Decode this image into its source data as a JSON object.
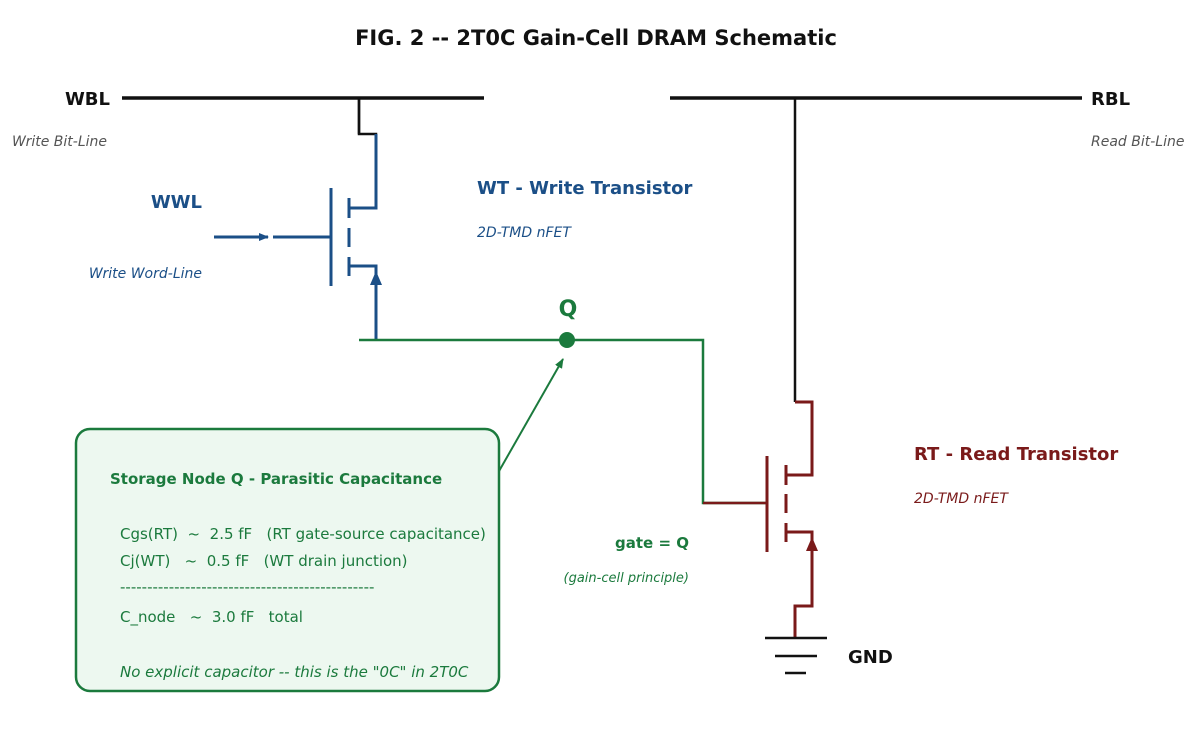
{
  "title": "FIG. 2 -- 2T0C Gain-Cell DRAM Schematic",
  "colors": {
    "black": "#111111",
    "grey": "#555555",
    "write_blue": "#1b4f87",
    "node_green": "#1b7a3d",
    "read_red": "#7a1a1a",
    "box_fill": "#edf8f0"
  },
  "wbl": {
    "label": "WBL",
    "sub": "Write Bit-Line"
  },
  "rbl": {
    "label": "RBL",
    "sub": "Read Bit-Line"
  },
  "wwl": {
    "label": "WWL",
    "sub": "Write Word-Line"
  },
  "wt": {
    "label": "WT  -  Write Transistor",
    "sub": "2D-TMD nFET"
  },
  "rt": {
    "label": "RT  -  Read Transistor",
    "sub": "2D-TMD nFET"
  },
  "node": {
    "label": "Q"
  },
  "gate": {
    "label": "gate = Q",
    "sub": "(gain-cell principle)"
  },
  "gnd": {
    "label": "GND"
  },
  "storage_box": {
    "title": "Storage Node Q - Parasitic Capacitance",
    "line1": "Cgs(RT)  ~  2.5 fF   (RT gate-source capacitance)",
    "line2": "Cj(WT)   ~  0.5 fF   (WT drain junction)",
    "separator": "-----------------------------------------------",
    "line3": "C_node   ~  3.0 fF   total",
    "note": "No explicit capacitor -- this is the \"0C\" in 2T0C"
  }
}
